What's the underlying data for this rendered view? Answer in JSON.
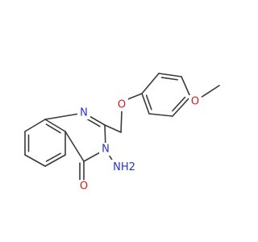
{
  "molecule": {
    "colors": {
      "bond": "#3a3a3a",
      "N": "#2a33cc",
      "O": "#cc1f1f"
    },
    "labels": {
      "n1": "N",
      "n3": "N",
      "o_ether": "O",
      "o_methoxy": "O",
      "o_carbonyl": "O",
      "nh2": "NH2"
    }
  }
}
